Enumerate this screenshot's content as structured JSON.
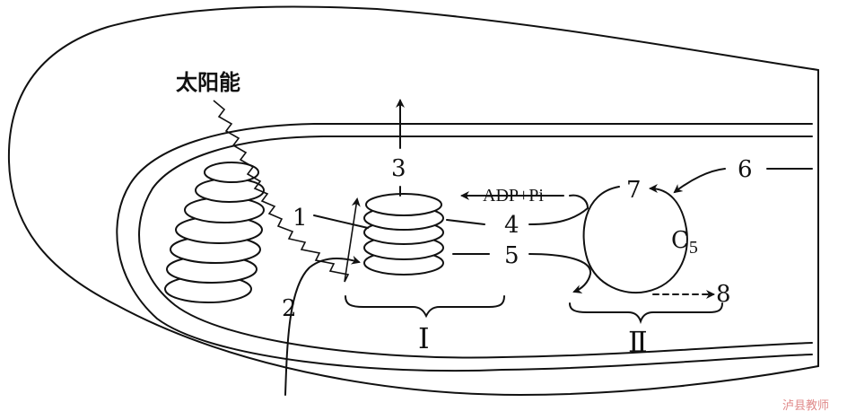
{
  "labels": {
    "solar": "太阳能",
    "n1": "1",
    "n2": "2",
    "n3": "3",
    "n4": "4",
    "n5": "5",
    "n6": "6",
    "n7": "7",
    "n8": "8",
    "adp": "ADP+Pi",
    "c5_main": "C",
    "c5_sub": "5",
    "roman1": "Ⅰ",
    "roman2": "Ⅱ"
  },
  "watermark": "泸县教师",
  "colors": {
    "line": "#111111",
    "watermark": "#e08a8a"
  }
}
